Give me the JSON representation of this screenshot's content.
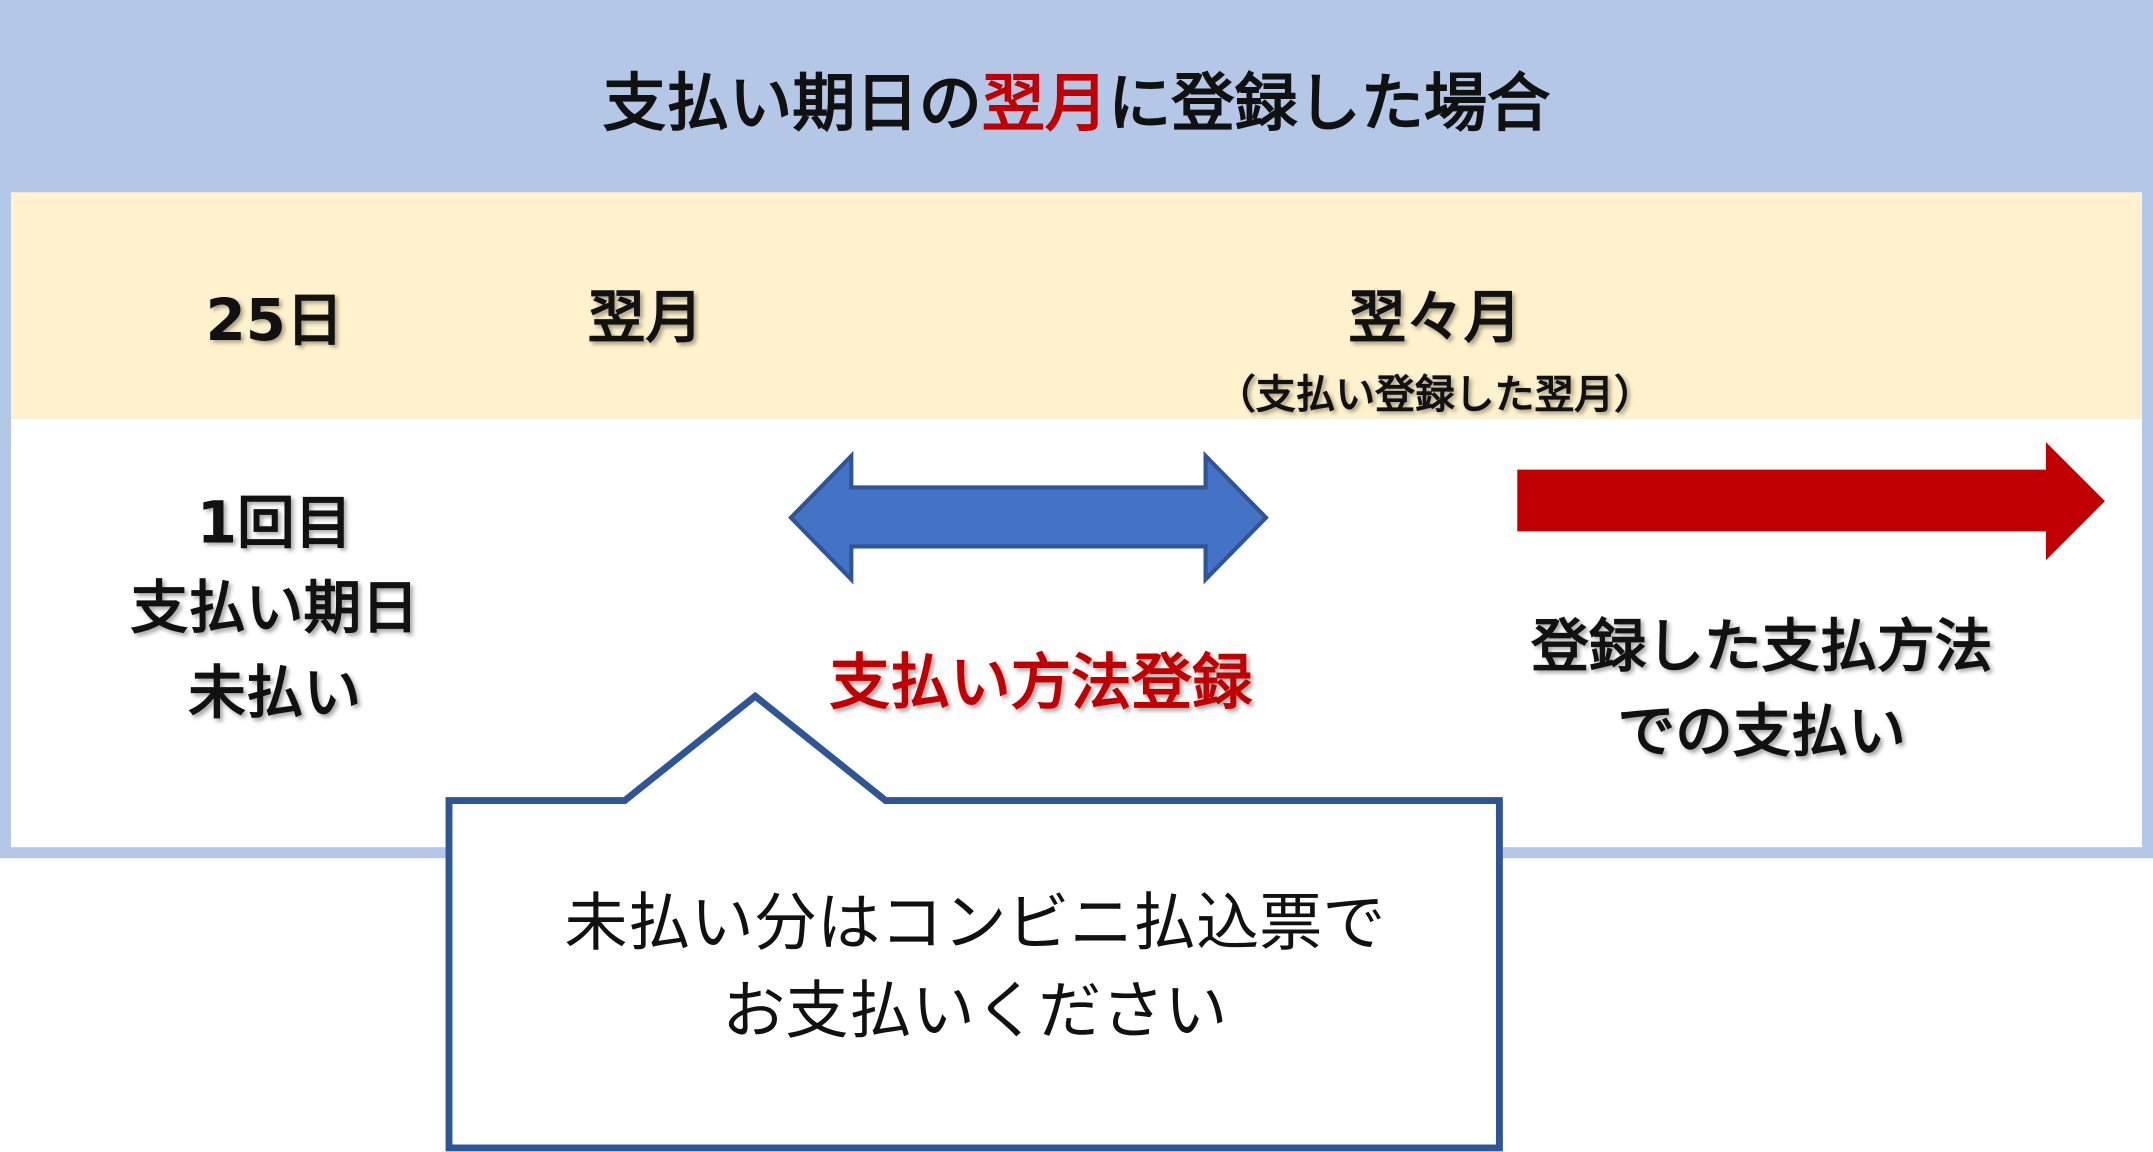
{
  "title": {
    "prefix": "支払い期日の",
    "highlight": "翌月",
    "suffix": "に登録した場合"
  },
  "timeline": {
    "day": "25日",
    "next_month": "翌月",
    "month_after": "翌々月",
    "month_after_note": "（支払い登録した翌月）"
  },
  "left_label": [
    "1回目",
    "支払い期日",
    "未払い"
  ],
  "registration_label": "支払い方法登録",
  "right_label": [
    "登録した支払方法",
    "での支払い"
  ],
  "callout": [
    "未払い分はコンビニ払込票で",
    "お支払いください"
  ],
  "colors": {
    "header": "#b4c7e7",
    "band": "#fff2cc",
    "accent_red": "#c00000",
    "arrow_blue": "#4472c4",
    "border_blue": "#2f5597"
  }
}
